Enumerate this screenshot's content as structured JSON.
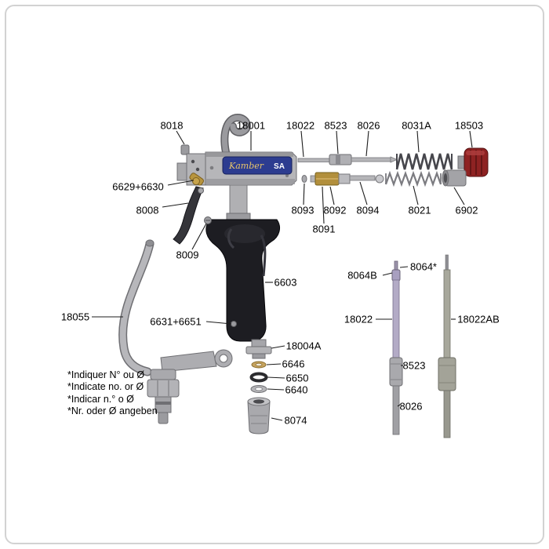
{
  "page": {
    "background": "#ffffff",
    "frame_border": "#d2d2d2"
  },
  "diagram": {
    "brand_plate": {
      "brand": "Kamber",
      "model": "SA"
    },
    "colors": {
      "plate_blue": "#2c3c90",
      "knob_red": "#8e2222",
      "brass_gold": "#b28f3c",
      "metal_gray": "#b3b3b7",
      "handle_black": "#1d1d22",
      "rod_lavender": "#b3abc6"
    },
    "labels": [
      {
        "part": "8018",
        "text": "8018"
      },
      {
        "part": "18001",
        "text": "18001"
      },
      {
        "part": "18022-top",
        "text": "18022"
      },
      {
        "part": "8523-top",
        "text": "8523"
      },
      {
        "part": "8026-top",
        "text": "8026"
      },
      {
        "part": "8031A",
        "text": "8031A"
      },
      {
        "part": "18503",
        "text": "18503"
      },
      {
        "part": "6629+6630",
        "text": "6629+6630"
      },
      {
        "part": "8008",
        "text": "8008"
      },
      {
        "part": "8093",
        "text": "8093"
      },
      {
        "part": "8092",
        "text": "8092"
      },
      {
        "part": "8094",
        "text": "8094"
      },
      {
        "part": "8021",
        "text": "8021"
      },
      {
        "part": "6902",
        "text": "6902"
      },
      {
        "part": "8091",
        "text": "8091"
      },
      {
        "part": "8009",
        "text": "8009"
      },
      {
        "part": "6603",
        "text": "6603"
      },
      {
        "part": "18055",
        "text": "18055"
      },
      {
        "part": "6631+6651",
        "text": "6631+6651"
      },
      {
        "part": "18004A",
        "text": "18004A"
      },
      {
        "part": "6646",
        "text": "6646"
      },
      {
        "part": "6650",
        "text": "6650"
      },
      {
        "part": "6640",
        "text": "6640"
      },
      {
        "part": "8074",
        "text": "8074"
      },
      {
        "part": "8064B",
        "text": "8064B"
      },
      {
        "part": "8064*",
        "text": "8064*"
      },
      {
        "part": "18022-right",
        "text": "18022"
      },
      {
        "part": "18022AB",
        "text": "18022AB"
      },
      {
        "part": "8523-right",
        "text": "8523"
      },
      {
        "part": "8026-right",
        "text": "8026"
      }
    ],
    "notes": [
      "*Indiquer N° ou Ø",
      "*Indicate no. or Ø",
      "*Indicar n.° o Ø",
      "*Nr. oder Ø angeben"
    ]
  }
}
